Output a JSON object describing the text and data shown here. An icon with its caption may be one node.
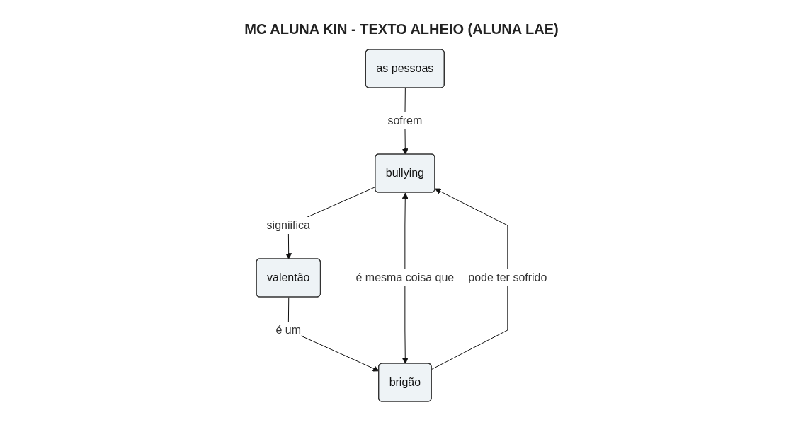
{
  "diagram": {
    "title": "MC ALUNA KIN - TEXTO ALHEIO (ALUNA LAE)",
    "nodes": [
      {
        "text": [
          "as pessoas"
        ]
      },
      {
        "text": [
          "valentão"
        ]
      },
      {
        "text": [
          "brigão"
        ]
      },
      {
        "text": [
          "bullying"
        ]
      }
    ],
    "edges": [
      {
        "from": 0,
        "to": 3,
        "arrow": "to",
        "label": "sofrem"
      },
      {
        "from": 3,
        "to": 1,
        "arrow": "to",
        "label": "signiifica"
      },
      {
        "from": 1,
        "to": 2,
        "arrow": "to",
        "label": "é um"
      },
      {
        "from": 3,
        "to": 2,
        "arrow": "both",
        "label": "é mesma coisa que"
      },
      {
        "from": 2,
        "to": 3,
        "arrow": "to",
        "label": "pode ter sofrido"
      }
    ]
  }
}
